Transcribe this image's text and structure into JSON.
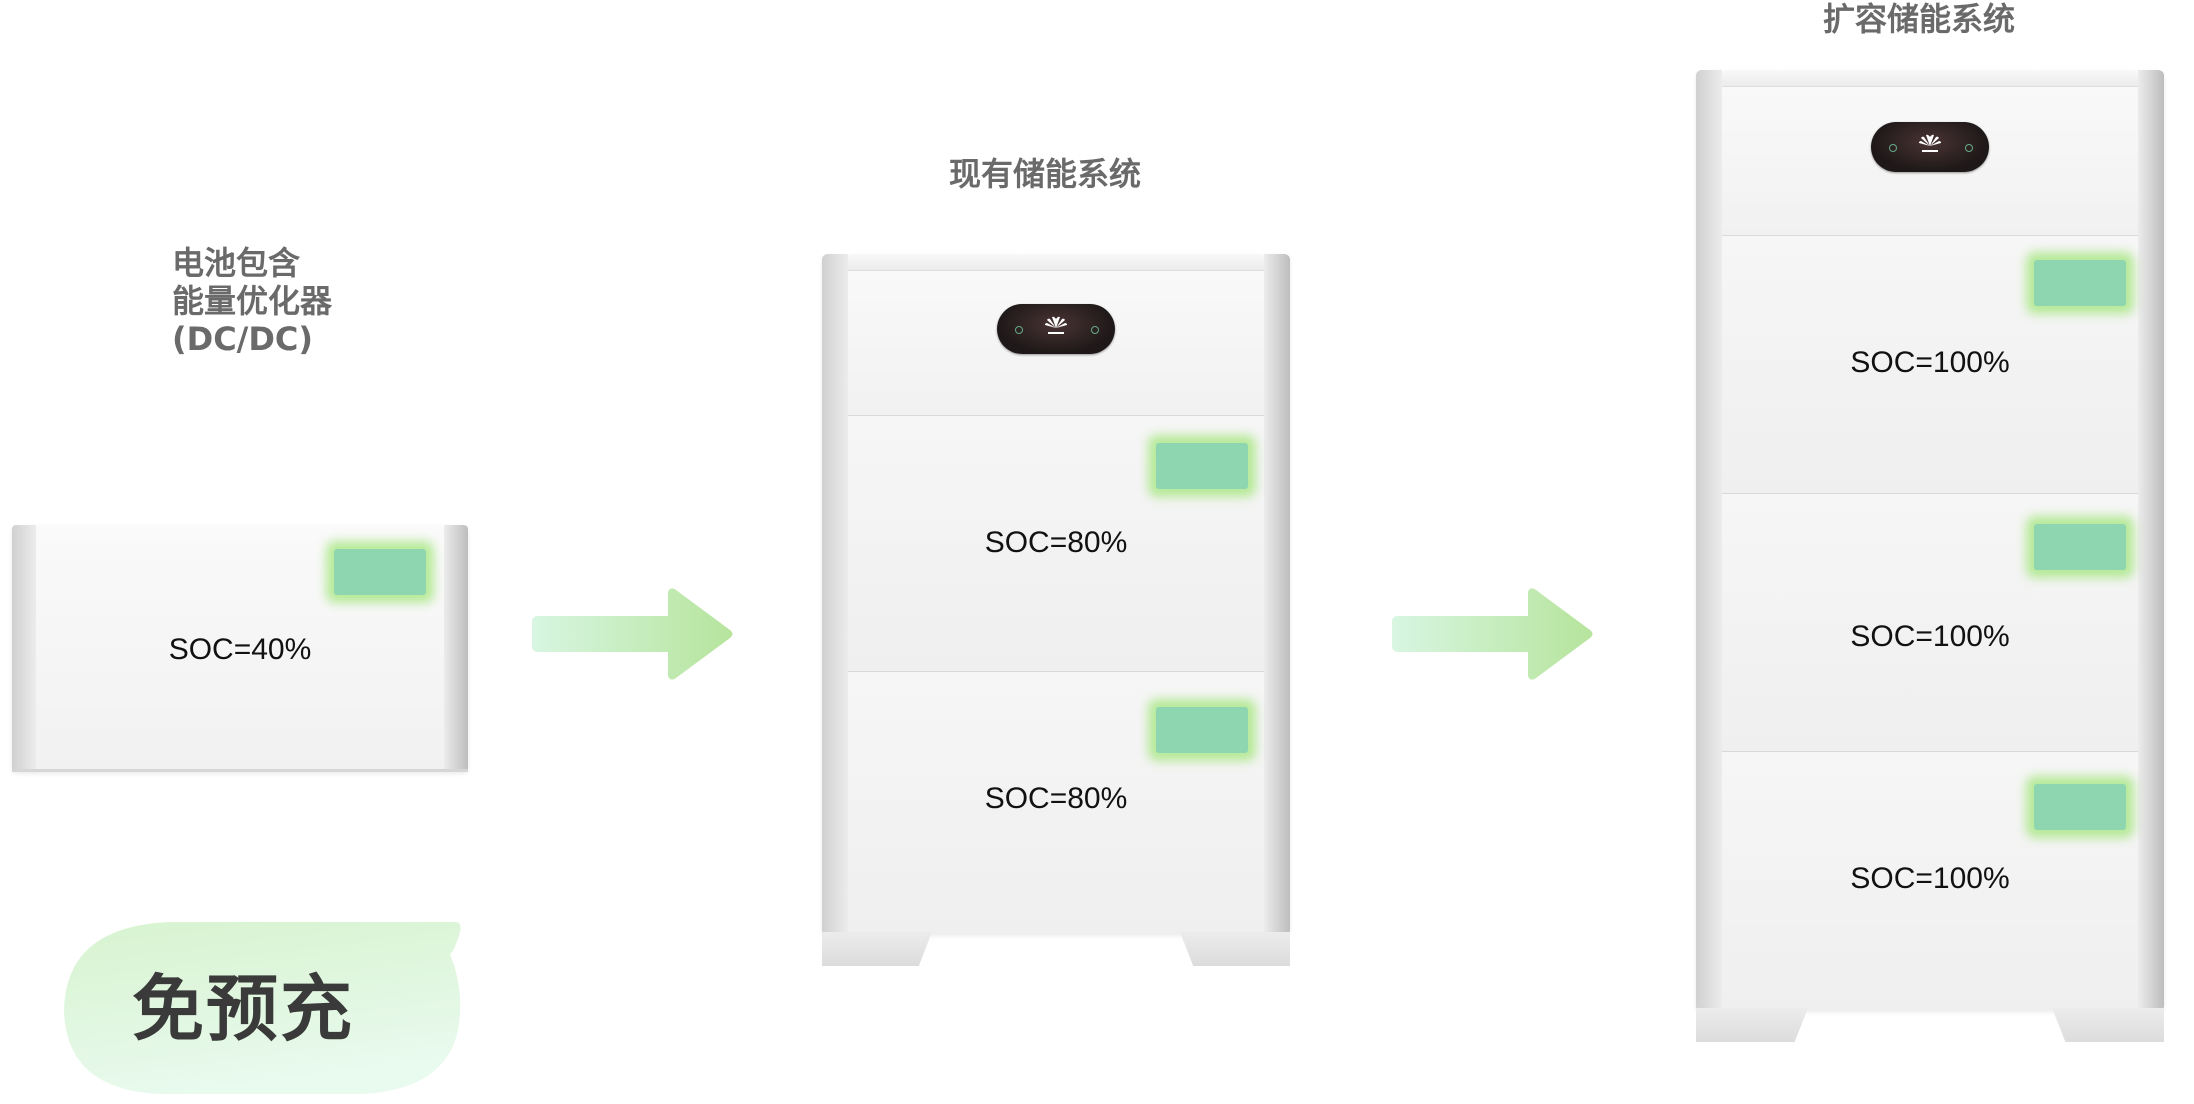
{
  "captions": {
    "module_line1": "电池包含",
    "module_line2": "能量优化器",
    "module_line3": "(DC/DC)",
    "existing_system": "现有储能系统",
    "expanded_system": "扩容储能系统"
  },
  "single_module": {
    "soc": "SOC=40%"
  },
  "existing": {
    "soc_1": "SOC=80%",
    "soc_2": "SOC=80%"
  },
  "expanded": {
    "soc_1": "SOC=100%",
    "soc_2": "SOC=100%",
    "soc_3": "SOC=100%"
  },
  "badge": {
    "label": "免预充"
  },
  "colors": {
    "indicator": "#8ed6b0",
    "arrow_start": "#d8f6e2",
    "arrow_end": "#b6e49c",
    "bubble_start": "#d7f3cf",
    "bubble_end": "#e9faee"
  },
  "icons": [
    "huawei-logo-icon",
    "right-arrow-icon"
  ]
}
